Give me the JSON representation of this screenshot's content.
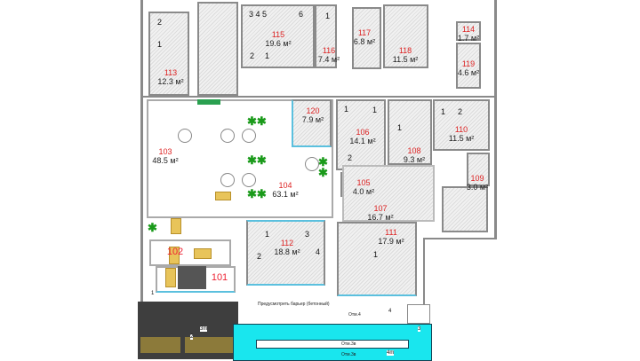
{
  "rooms": [
    {
      "id": "113",
      "area": "12.3 м²"
    },
    {
      "id": "115",
      "area": "19.6 м²"
    },
    {
      "id": "116",
      "area": "7.4 м²"
    },
    {
      "id": "117",
      "area": "6.8 м²"
    },
    {
      "id": "118",
      "area": "11.5 м²"
    },
    {
      "id": "114",
      "area": "1.7 м²"
    },
    {
      "id": "119",
      "area": "4.6 м²"
    },
    {
      "id": "103",
      "area": "48.5 м²"
    },
    {
      "id": "104",
      "area": "63.1 м²"
    },
    {
      "id": "120",
      "area": "7.9 м²"
    },
    {
      "id": "106",
      "area": "14.1 м²"
    },
    {
      "id": "108",
      "area": "9.3 м²"
    },
    {
      "id": "110",
      "area": "11.5 м²"
    },
    {
      "id": "109",
      "area": "3.0 м²"
    },
    {
      "id": "105",
      "area": "4.0 м²"
    },
    {
      "id": "107",
      "area": "16.7 м²"
    },
    {
      "id": "111",
      "area": "17.9 м²"
    },
    {
      "id": "112",
      "area": "18.8 м²"
    },
    {
      "id": "102"
    },
    {
      "id": "101"
    }
  ],
  "workplace_marks": [
    "2",
    "1",
    "3 4 5",
    "6",
    "2",
    "1",
    "1",
    "1",
    "1",
    "1",
    "2",
    "1",
    "2",
    "1",
    "3",
    "2",
    "4",
    "1"
  ],
  "annotations": {
    "barrier": "Предусмотреть барьер (бетонный)",
    "section_4": "4",
    "section_3": "3",
    "section_2": "2",
    "section_1": "1",
    "label_3m": "3m",
    "label_4m": "4m",
    "otm_a": "Отм.4",
    "otm_b": "Отм.3в",
    "otm_c": "Отм.3в"
  },
  "colors": {
    "room_number": "#dd2222",
    "water": "#19e6ee",
    "plant": "#1a9a1a"
  }
}
